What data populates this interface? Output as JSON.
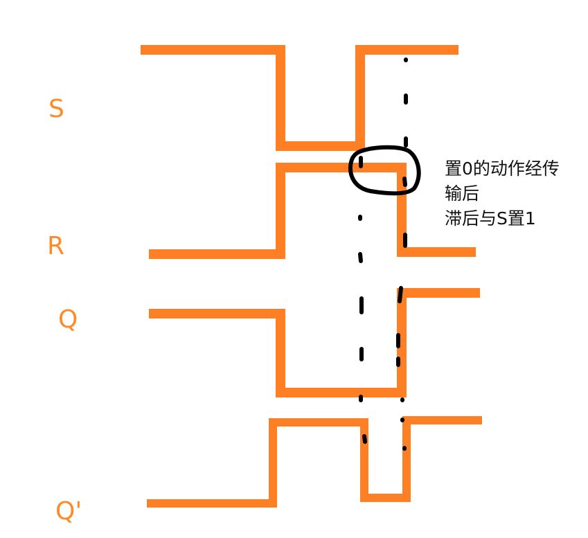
{
  "diagram": {
    "type": "timing-diagram",
    "colors": {
      "waveform": "#ff8024",
      "label": "#ff8a2a",
      "marker": "#000000",
      "text": "#111111"
    },
    "signals": [
      {
        "name": "S",
        "label": "S",
        "levels": [
          "high",
          "low",
          "high"
        ]
      },
      {
        "name": "R",
        "label": "R",
        "levels": [
          "low",
          "high",
          "low"
        ]
      },
      {
        "name": "Q",
        "label": "Q",
        "levels": [
          "high",
          "low",
          "high"
        ]
      },
      {
        "name": "Q'",
        "label": "Q'",
        "levels": [
          "low",
          "high",
          "low",
          "high"
        ]
      }
    ],
    "annotation": {
      "lines": [
        "置0的动作经传",
        "输后",
        "滞后与S置1"
      ]
    },
    "markers": [
      {
        "name": "dashed-line-1",
        "description": "dashed vertical line at S rising edge / Q' falling edge"
      },
      {
        "name": "dashed-line-2",
        "description": "dashed vertical line at R falling edge / Q rising edge"
      },
      {
        "name": "circle-highlight",
        "description": "circle around S rise and R fall overlap"
      }
    ]
  }
}
